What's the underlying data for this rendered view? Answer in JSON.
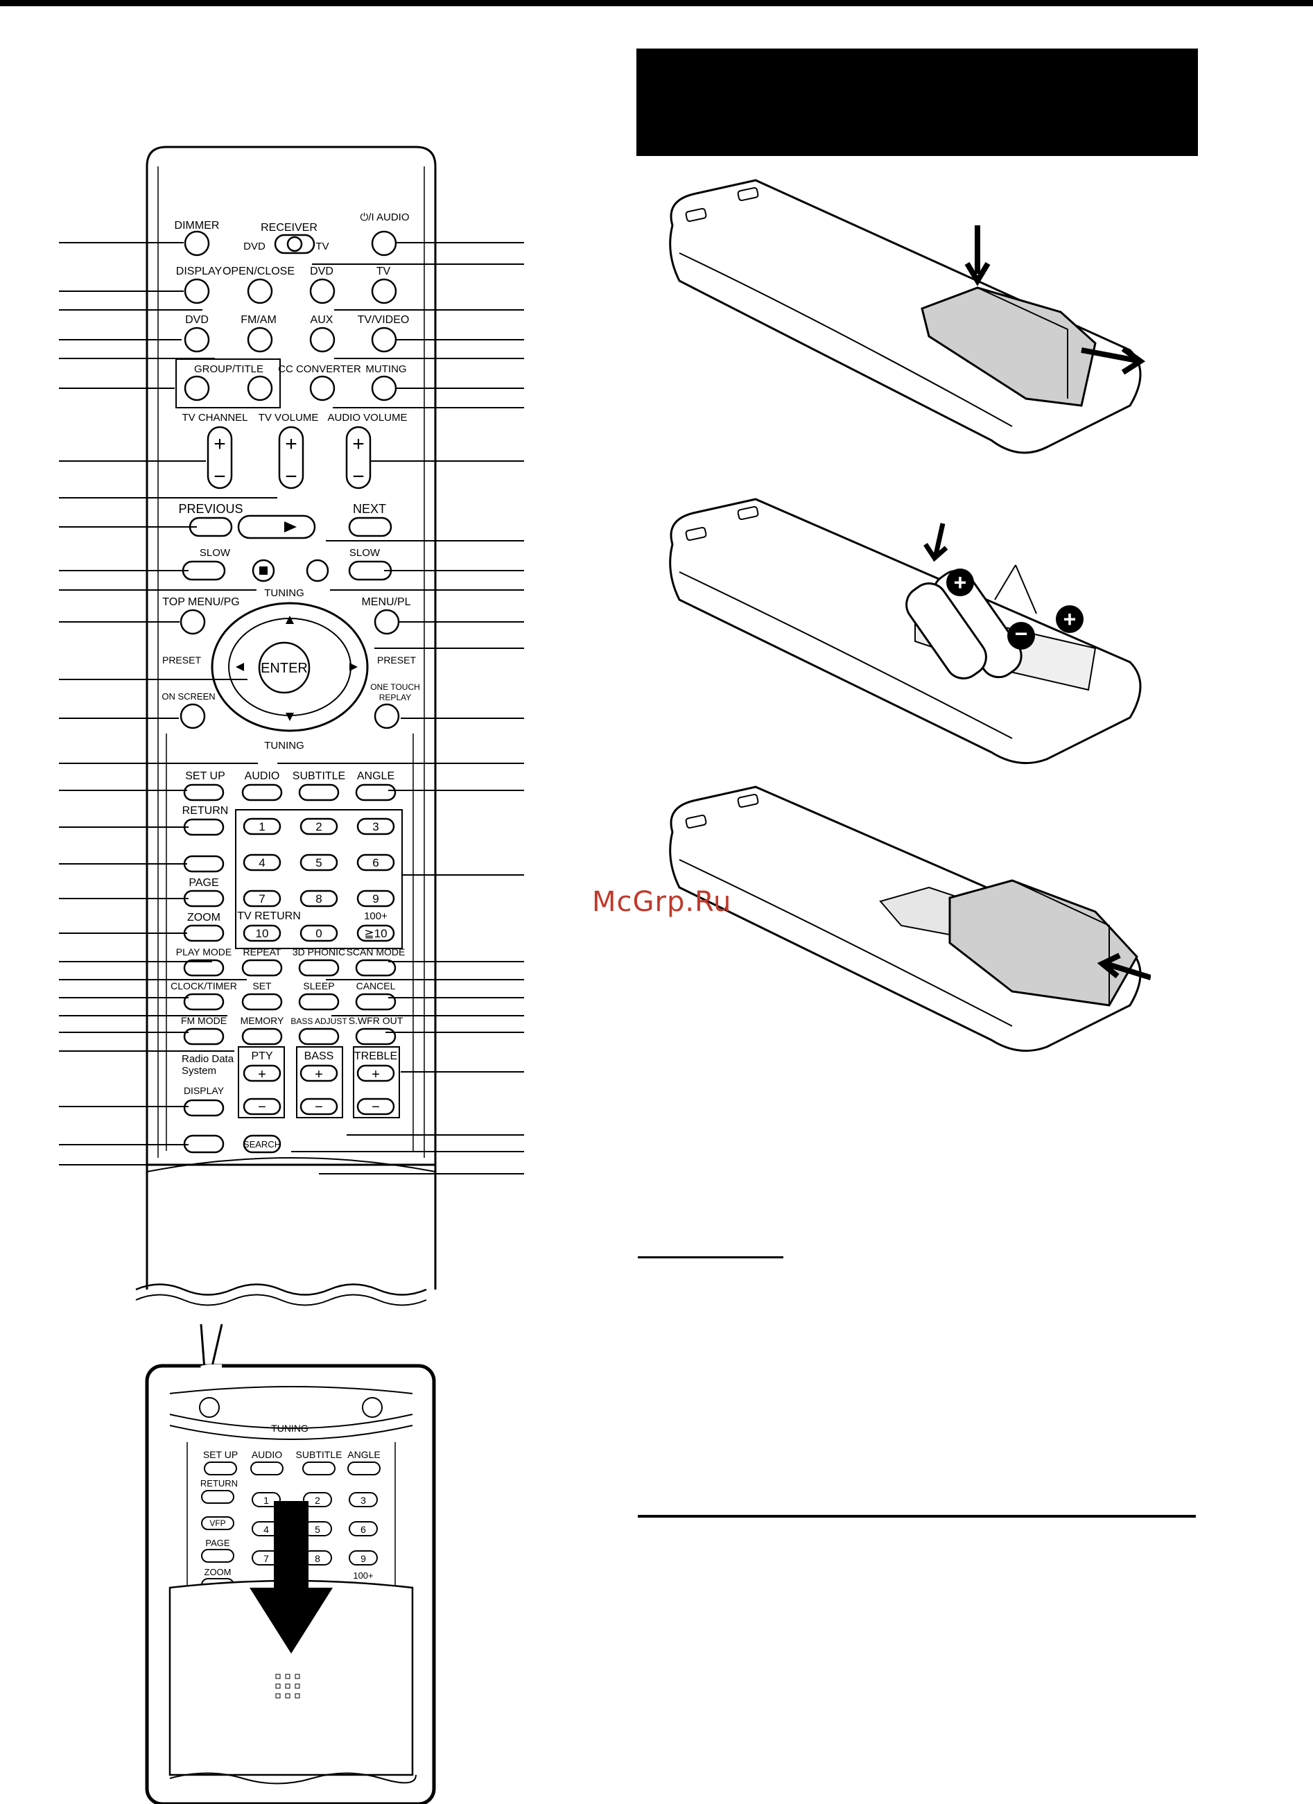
{
  "watermark": "McGrp.Ru",
  "remote": {
    "buttons": [
      {
        "label": "DIMMER"
      },
      {
        "label": "RECEIVER"
      },
      {
        "label": "DVD"
      },
      {
        "label": "TV"
      },
      {
        "label": "⏻/I AUDIO"
      },
      {
        "label": "DISPLAY"
      },
      {
        "label": "OPEN/CLOSE"
      },
      {
        "label": "DVD"
      },
      {
        "label": "TV"
      },
      {
        "label": "DVD"
      },
      {
        "label": "FM/AM"
      },
      {
        "label": "AUX"
      },
      {
        "label": "TV/VIDEO"
      },
      {
        "label": "GROUP/TITLE"
      },
      {
        "label": "CC CONVERTER"
      },
      {
        "label": "MUTING"
      },
      {
        "label": "TV CHANNEL"
      },
      {
        "label": "TV VOLUME"
      },
      {
        "label": "AUDIO VOLUME"
      },
      {
        "label": "PREVIOUS"
      },
      {
        "label": "NEXT"
      },
      {
        "label": "SLOW"
      },
      {
        "label": "SLOW"
      },
      {
        "label": "TUNING"
      },
      {
        "label": "TOP MENU/PG"
      },
      {
        "label": "MENU/PL"
      },
      {
        "label": "PRESET"
      },
      {
        "label": "ENTER"
      },
      {
        "label": "PRESET"
      },
      {
        "label": "ON SCREEN"
      },
      {
        "label": "ONE TOUCH"
      },
      {
        "label": "REPLAY"
      },
      {
        "label": "TUNING"
      },
      {
        "label": "SET UP"
      },
      {
        "label": "AUDIO"
      },
      {
        "label": "SUBTITLE"
      },
      {
        "label": "ANGLE"
      },
      {
        "label": "RETURN"
      },
      {
        "label": "VFP"
      },
      {
        "label": "PAGE"
      },
      {
        "label": "ZOOM"
      },
      {
        "label": "1"
      },
      {
        "label": "2"
      },
      {
        "label": "3"
      },
      {
        "label": "4"
      },
      {
        "label": "5"
      },
      {
        "label": "6"
      },
      {
        "label": "7"
      },
      {
        "label": "8"
      },
      {
        "label": "9"
      },
      {
        "label": "TV RETURN"
      },
      {
        "label": "10"
      },
      {
        "label": "0"
      },
      {
        "label": "100+"
      },
      {
        "label": "≧10"
      },
      {
        "label": "PLAY MODE"
      },
      {
        "label": "REPEAT"
      },
      {
        "label": "3D PHONIC"
      },
      {
        "label": "SCAN MODE"
      },
      {
        "label": "CLOCK/TIMER"
      },
      {
        "label": "SET"
      },
      {
        "label": "SLEEP"
      },
      {
        "label": "CANCEL"
      },
      {
        "label": "FM MODE"
      },
      {
        "label": "MEMORY"
      },
      {
        "label": "BASS ADJUST"
      },
      {
        "label": "S.WFR OUT"
      },
      {
        "label": "Radio Data"
      },
      {
        "label": "System"
      },
      {
        "label": "DISPLAY"
      },
      {
        "label": "PTY"
      },
      {
        "label": "BASS"
      },
      {
        "label": "TREBLE"
      },
      {
        "label": "SEARCH"
      }
    ]
  },
  "inset": {
    "labels": [
      "TUNING",
      "SET UP",
      "AUDIO",
      "SUBTITLE",
      "ANGLE",
      "RETURN",
      "VFP",
      "PAGE",
      "ZOOM",
      "1",
      "2",
      "3",
      "4",
      "5",
      "6",
      "7",
      "8",
      "9",
      "100+"
    ]
  }
}
